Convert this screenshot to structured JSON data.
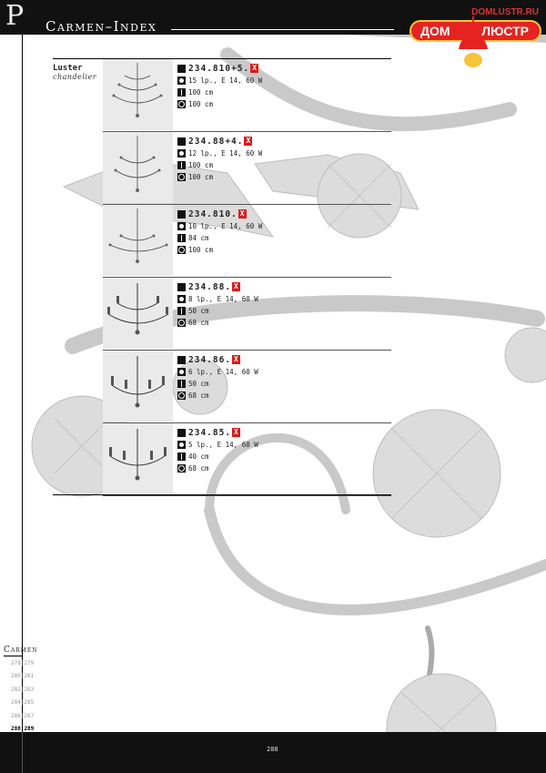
{
  "header": {
    "logo_letter": "P",
    "title": "Carmen–Index"
  },
  "brand": {
    "url": "DOMLUSTR.RU",
    "left": "ДОМ",
    "right": "ЛЮСТР"
  },
  "section": {
    "name": "Luster",
    "subtitle": "chandelier"
  },
  "products": [
    {
      "code": "234.810+5.",
      "mark": "X",
      "lamps": "15 lp., E 14, 60 W",
      "height": "100 cm",
      "diameter": "100 cm"
    },
    {
      "code": "234.88+4.",
      "mark": "X",
      "lamps": "12 lp., E 14, 60 W",
      "height": "100 cm",
      "diameter": "100 cm"
    },
    {
      "code": "234.810.",
      "mark": "X",
      "lamps": "10 lp., E 14, 60 W",
      "height": "84 cm",
      "diameter": "100 cm"
    },
    {
      "code": "234.88.",
      "mark": "X",
      "lamps": "8 lp., E 14, 60 W",
      "height": "50 cm",
      "diameter": "68 cm"
    },
    {
      "code": "234.86.",
      "mark": "X",
      "lamps": "6 lp., E 14, 60 W",
      "height": "50 cm",
      "diameter": "68 cm"
    },
    {
      "code": "234.85.",
      "mark": "X",
      "lamps": "5 lp., E 14, 60 W",
      "height": "40 cm",
      "diameter": "68 cm"
    }
  ],
  "sidebar": {
    "title": "Carmen",
    "pages": [
      "278|279",
      "280|281",
      "282|283",
      "284|285",
      "286|287",
      "288|289"
    ],
    "current_index": 5
  },
  "footer": {
    "page_number": "288"
  }
}
